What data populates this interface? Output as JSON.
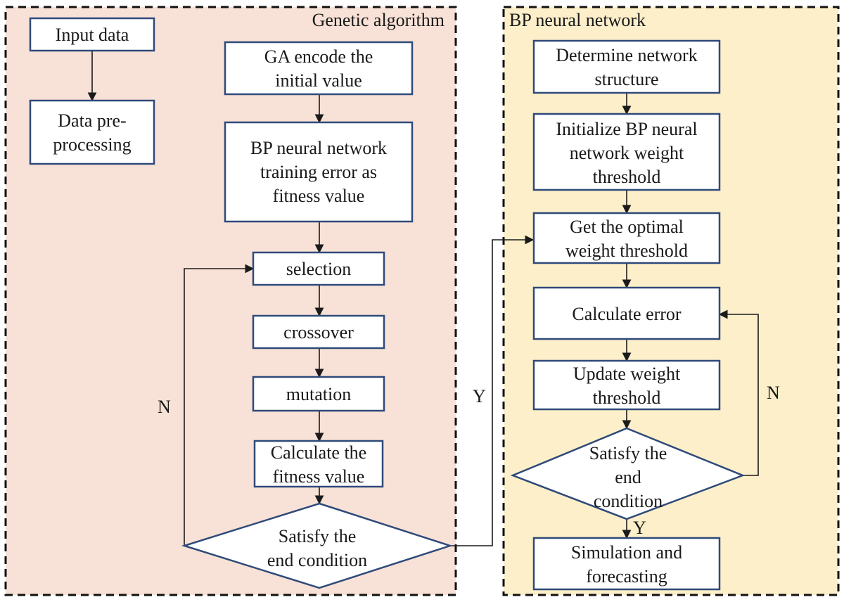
{
  "colors": {
    "ga_panel_fill": "#f8e1d6",
    "bp_panel_fill": "#fcefc9",
    "panel_border": "#111111",
    "node_border": "#2f4a7a",
    "node_fill": "#ffffff",
    "arrow": "#1a1a1a"
  },
  "panels": {
    "ga": {
      "title": "Genetic algorithm"
    },
    "bp": {
      "title": "BP neural network"
    }
  },
  "nodes": {
    "input_data": [
      "Input data"
    ],
    "data_preprocessing": [
      "Data pre-",
      "processing"
    ],
    "ga_encode": [
      "GA encode the",
      "initial value"
    ],
    "bp_training_error": [
      "BP neural network",
      "training error as",
      "fitness value"
    ],
    "selection": [
      "selection"
    ],
    "crossover": [
      "crossover"
    ],
    "mutation": [
      "mutation"
    ],
    "calculate_fitness": [
      "Calculate the",
      "fitness value"
    ],
    "ga_satisfy": [
      "Satisfy the",
      "end condition"
    ],
    "determine_structure": [
      "Determine network",
      "structure"
    ],
    "initialize_bp": [
      "Initialize BP neural",
      "network weight",
      "threshold"
    ],
    "optimal_weight": [
      "Get the optimal",
      "weight threshold"
    ],
    "calculate_error": [
      "Calculate error"
    ],
    "update_weight": [
      "Update weight",
      "threshold"
    ],
    "bp_satisfy": [
      "Satisfy the",
      "end",
      "condition"
    ],
    "simulation": [
      "Simulation and",
      "forecasting"
    ]
  },
  "edge_labels": {
    "ga_no": "N",
    "ga_yes": "Y",
    "bp_no": "N",
    "bp_yes": "Y"
  }
}
